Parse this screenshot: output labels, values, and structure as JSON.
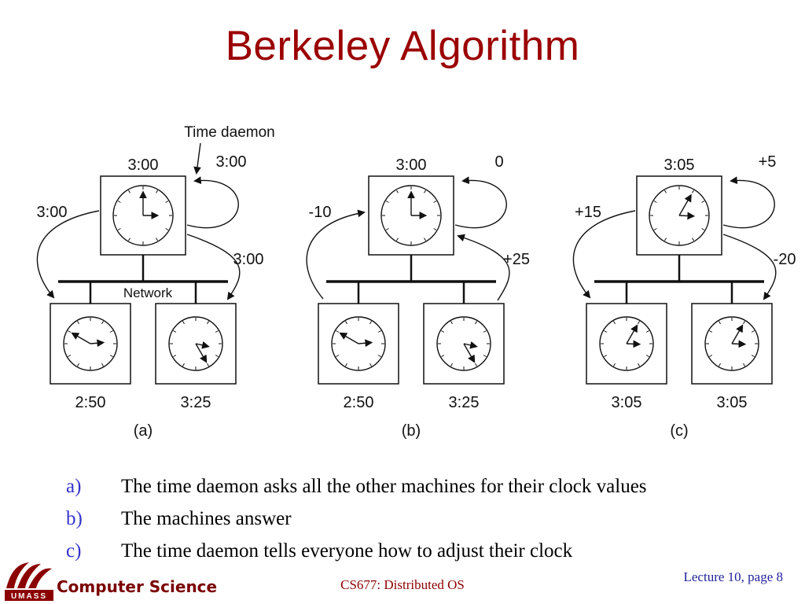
{
  "slide": {
    "title": "Berkeley Algorithm",
    "bullets": [
      {
        "marker": "a)",
        "text": "The time daemon asks all the other machines for their clock values"
      },
      {
        "marker": "b)",
        "text": "The machines answer"
      },
      {
        "marker": "c)",
        "text": "The time daemon tells everyone how to adjust their clock"
      }
    ],
    "footer": {
      "logo_text": "UMASS",
      "department": "Computer Science",
      "course": "CS677: Distributed OS",
      "page": "Lecture 10, page 8"
    },
    "colors": {
      "title": "#9b0000",
      "bullet_marker": "#3333cc",
      "footer_course": "#8b0000",
      "footer_page": "#22229a",
      "department": "#7a0000",
      "logo": "#8b0000",
      "ink": "#111111"
    }
  },
  "diagram": {
    "annotations": {
      "time_daemon": "Time daemon",
      "network": "Network"
    },
    "panels": [
      {
        "label": "(a)",
        "master_time": "3:00",
        "top_label": "3:00",
        "self_label": "3:00",
        "left_label": "3:00",
        "right_label": "3:00",
        "machine_times": [
          "2:50",
          "3:25"
        ],
        "direction": "out",
        "show_time_daemon": true,
        "show_network": true
      },
      {
        "label": "(b)",
        "master_time": "3:00",
        "top_label": "3:00",
        "self_label": "0",
        "left_label": "-10",
        "right_label": "+25",
        "machine_times": [
          "2:50",
          "3:25"
        ],
        "direction": "in",
        "show_time_daemon": false,
        "show_network": false
      },
      {
        "label": "(c)",
        "master_time": "3:05",
        "top_label": "3:05",
        "self_label": "+5",
        "left_label": "+15",
        "right_label": "-20",
        "machine_times": [
          "3:05",
          "3:05"
        ],
        "direction": "out",
        "show_time_daemon": false,
        "show_network": false
      }
    ]
  }
}
